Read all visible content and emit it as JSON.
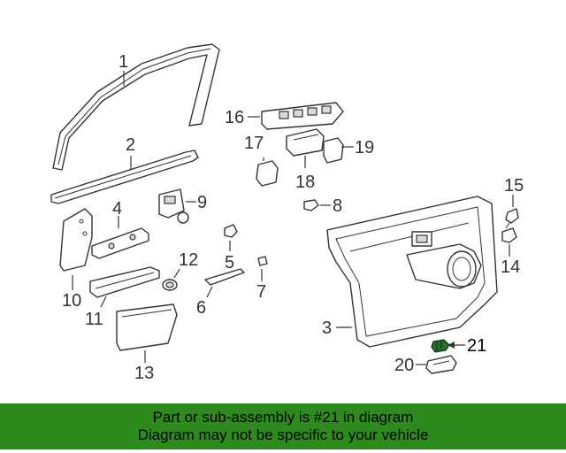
{
  "callouts": {
    "c1": "1",
    "c2": "2",
    "c3": "3",
    "c4": "4",
    "c5": "5",
    "c6": "6",
    "c7": "7",
    "c8": "8",
    "c9": "9",
    "c10": "10",
    "c11": "11",
    "c12": "12",
    "c13": "13",
    "c14": "14",
    "c15": "15",
    "c16": "16",
    "c17": "17",
    "c18": "18",
    "c19": "19",
    "c20": "20",
    "c21": "21"
  },
  "highlight_color": "#2e6b2e",
  "banner": {
    "color": "#2d8b1e",
    "line1": "Part or sub-assembly is #21 in diagram",
    "line2": "Diagram may not be specific to your vehicle"
  }
}
